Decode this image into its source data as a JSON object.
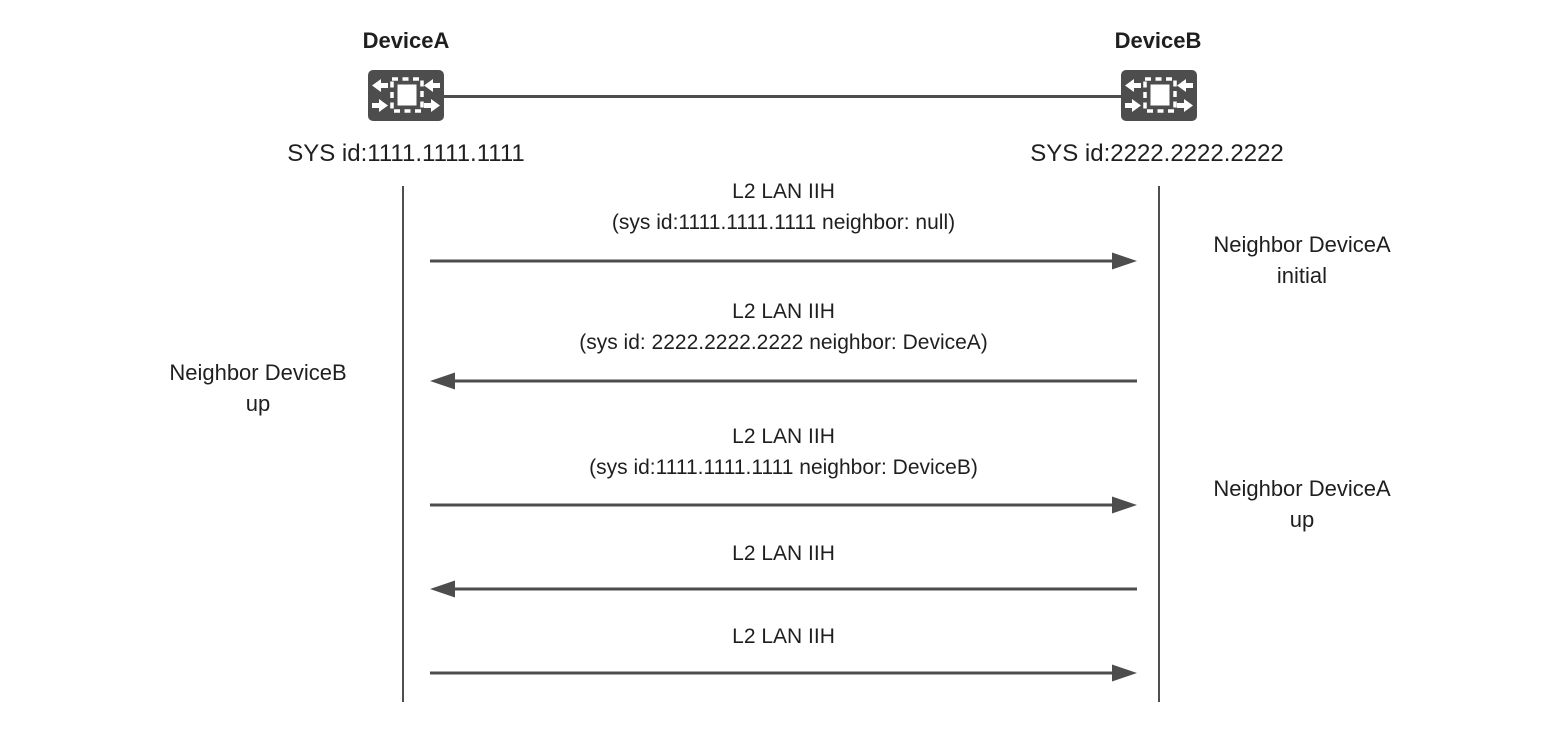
{
  "diagram": {
    "background_color": "#ffffff",
    "line_color": "#4d4d4d",
    "text_color": "#1f1f1f",
    "icon_color": "#4d4d4d"
  },
  "devices": {
    "a": {
      "name": "DeviceA",
      "sys_id": "SYS id:1111.1111.1111"
    },
    "b": {
      "name": "DeviceB",
      "sys_id": "SYS id:2222.2222.2222"
    }
  },
  "messages": [
    {
      "title": "L2 LAN IIH",
      "detail": "(sys id:1111.1111.1111 neighbor: null)",
      "direction": "right"
    },
    {
      "title": "L2 LAN IIH",
      "detail": "(sys id: 2222.2222.2222 neighbor: DeviceA)",
      "direction": "left"
    },
    {
      "title": "L2 LAN IIH",
      "detail": "(sys id:1111.1111.1111 neighbor: DeviceB)",
      "direction": "right"
    },
    {
      "title": "L2 LAN IIH",
      "detail": "",
      "direction": "left"
    },
    {
      "title": "L2 LAN IIH",
      "detail": "",
      "direction": "right"
    }
  ],
  "annotations": [
    {
      "side": "right",
      "line1": "Neighbor DeviceA",
      "line2": "initial"
    },
    {
      "side": "left",
      "line1": "Neighbor DeviceB",
      "line2": "up"
    },
    {
      "side": "right",
      "line1": "Neighbor DeviceA",
      "line2": "up"
    }
  ]
}
